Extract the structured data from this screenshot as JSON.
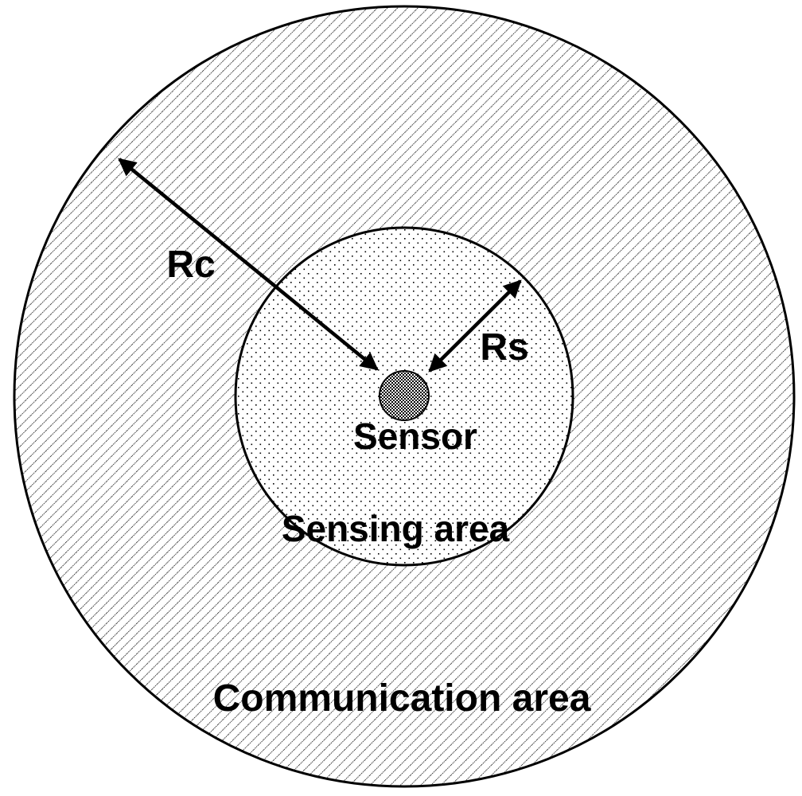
{
  "labels": {
    "rc": "Rc",
    "rs": "Rs",
    "sensor": "Sensor",
    "sensing_area": "Sensing area",
    "communication_area": "Communication area"
  },
  "colors": {
    "background": "#ffffff",
    "stroke": "#000000",
    "sensor_fill": "#777777"
  }
}
